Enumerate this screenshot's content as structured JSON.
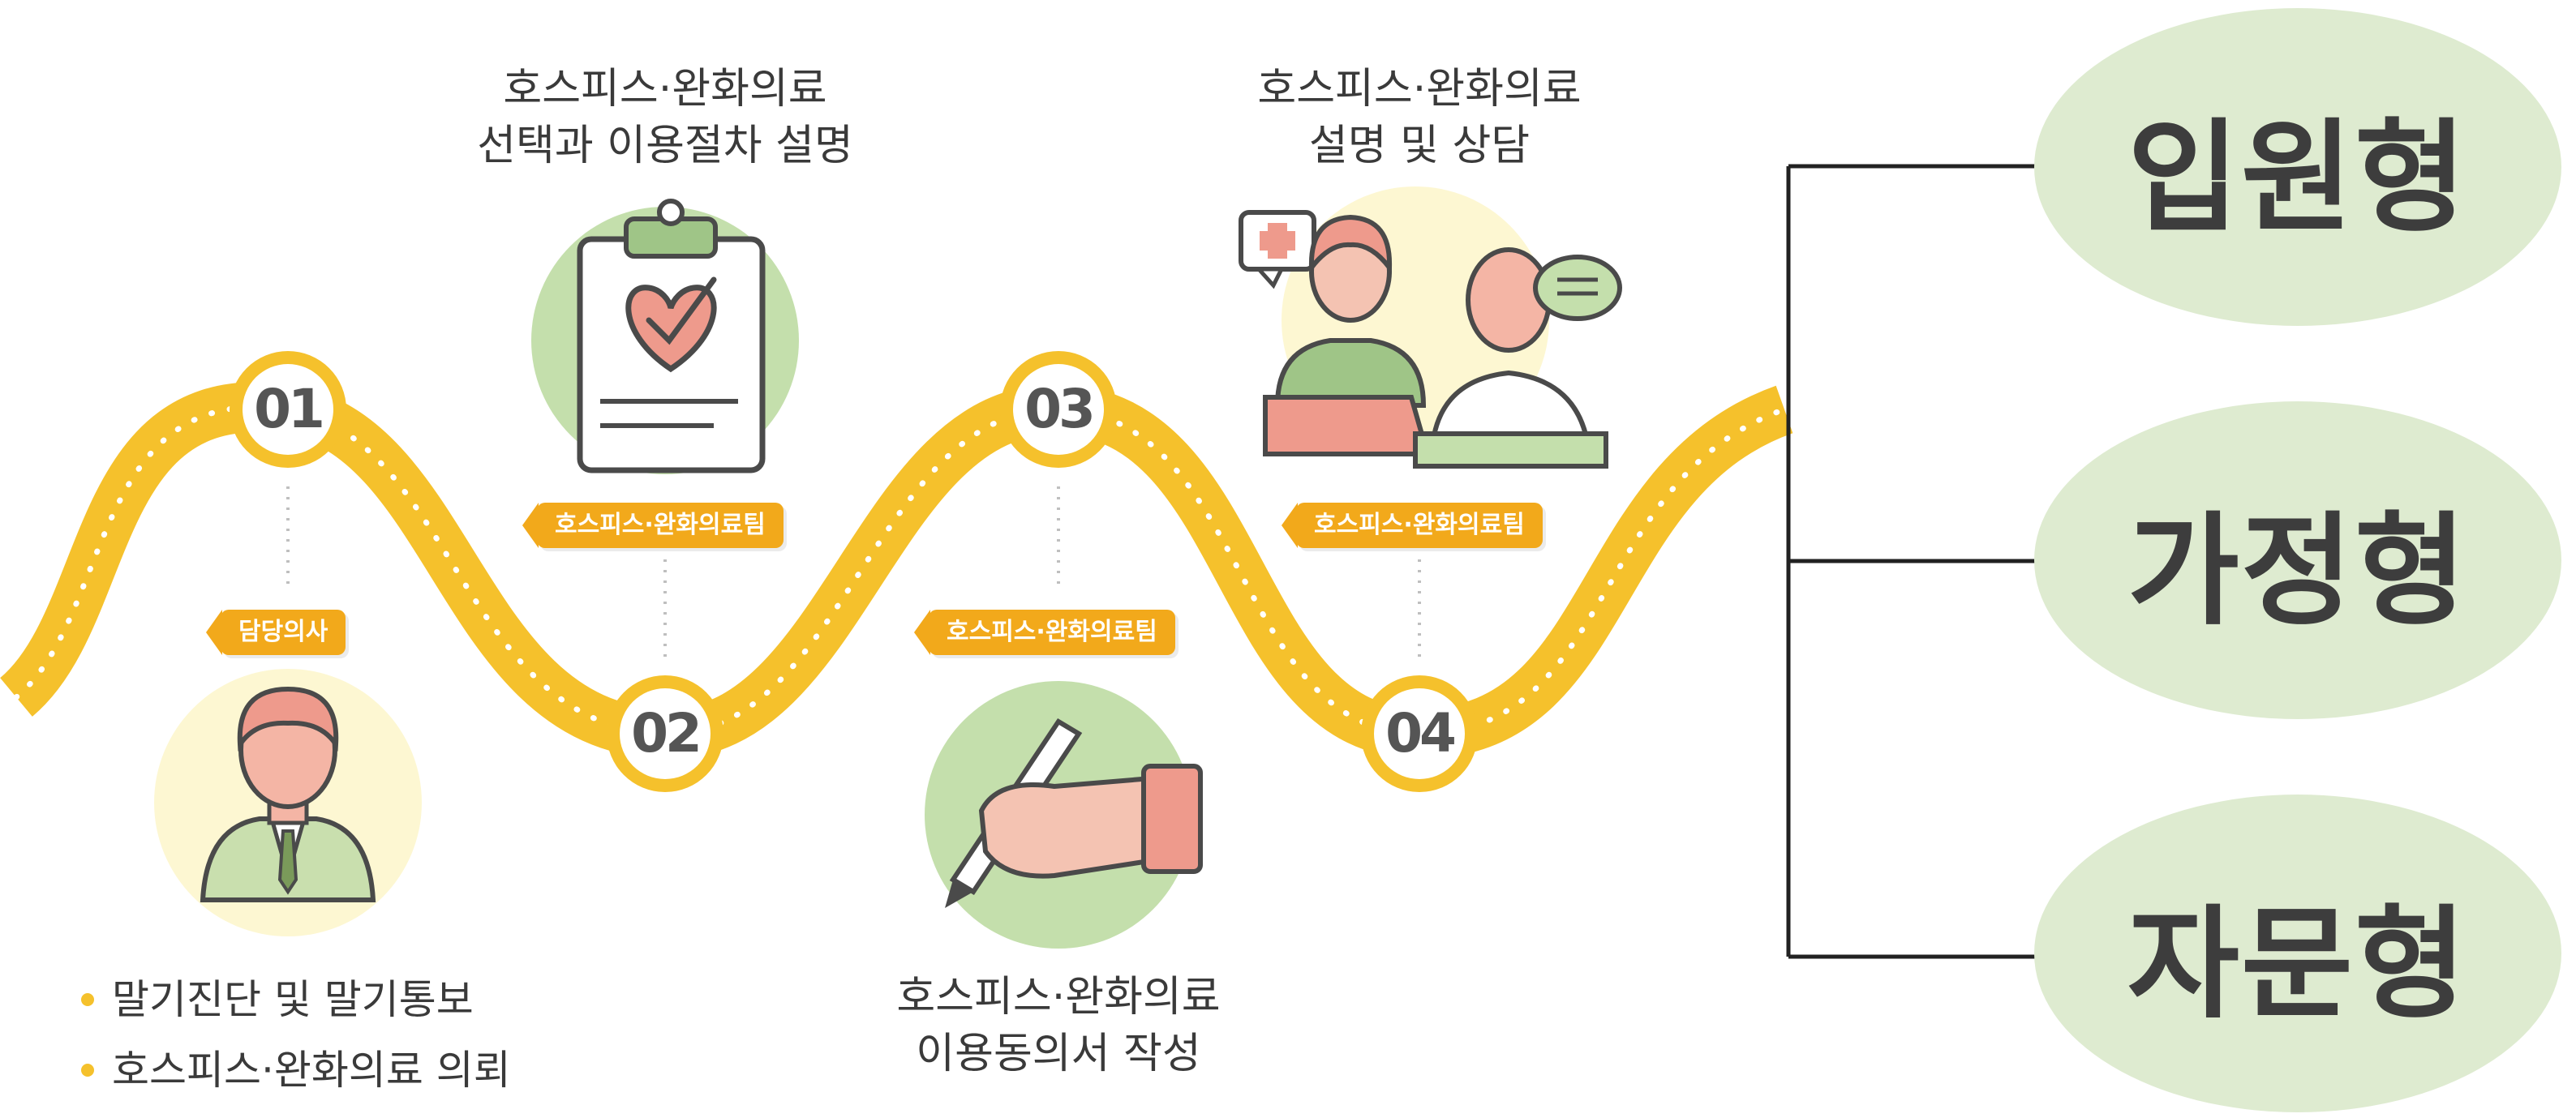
{
  "steps": [
    {
      "number": "01",
      "role_tag": "담당의사",
      "bullets": [
        "말기진단 및 말기통보",
        "호스피스·완화의료 의뢰"
      ]
    },
    {
      "number": "02",
      "role_tag": "호스피스·완화의료팀",
      "caption": [
        "호스피스·완화의료",
        "선택과 이용절차 설명"
      ]
    },
    {
      "number": "03",
      "role_tag": "호스피스·완화의료팀",
      "caption": [
        "호스피스·완화의료",
        "이용동의서 작성"
      ]
    },
    {
      "number": "04",
      "role_tag": "호스피스·완화의료팀",
      "caption": [
        "호스피스·완화의료",
        "설명 및 상담"
      ]
    }
  ],
  "service_types": [
    "입원형",
    "가정형",
    "자문형"
  ],
  "colors": {
    "path": "#f5c12c",
    "tag": "#f2a91b",
    "green_circle": "#c4dfac",
    "pale_circle": "#fdf7d2",
    "type_oval": "#deebd0"
  }
}
